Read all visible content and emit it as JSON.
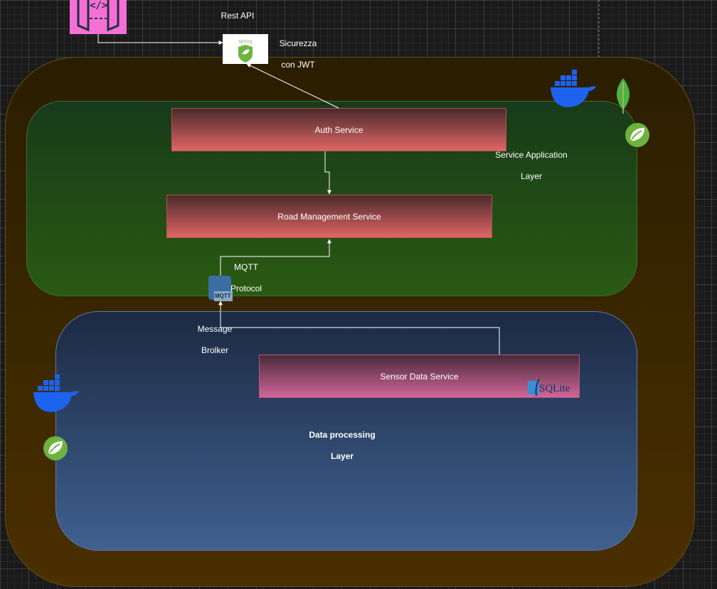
{
  "nodes": {
    "auth_service": "Auth Service",
    "road_management_service": "Road Management Service",
    "sensor_data_service": "Sensor Data Service"
  },
  "labels": {
    "rest_api": "Rest API",
    "security_line1": "Sicurezza",
    "security_line2": "con JWT",
    "service_layer_line1": "Service Application",
    "service_layer_line2": "Layer",
    "mqtt_line1": "MQTT",
    "mqtt_line2": "Protocol",
    "broker_line1": "Message",
    "broker_line2": "Brolker",
    "data_layer_line1": "Data processing",
    "data_layer_line2": "Layer"
  },
  "icons": {
    "sqlite_text": "SQLite",
    "mqtt_badge": "MQTT",
    "api_gateway_glyph": "</>"
  },
  "colors": {
    "outer_layer": "#4a2f00",
    "service_layer": "#2a5a12",
    "data_layer": "#406090",
    "service_box": "#e06666",
    "sensor_box": "#d0669a",
    "docker": "#1d63ed",
    "spring": "#6db33f",
    "mongodb": "#4db33d",
    "api_gateway": "#f570d6"
  }
}
